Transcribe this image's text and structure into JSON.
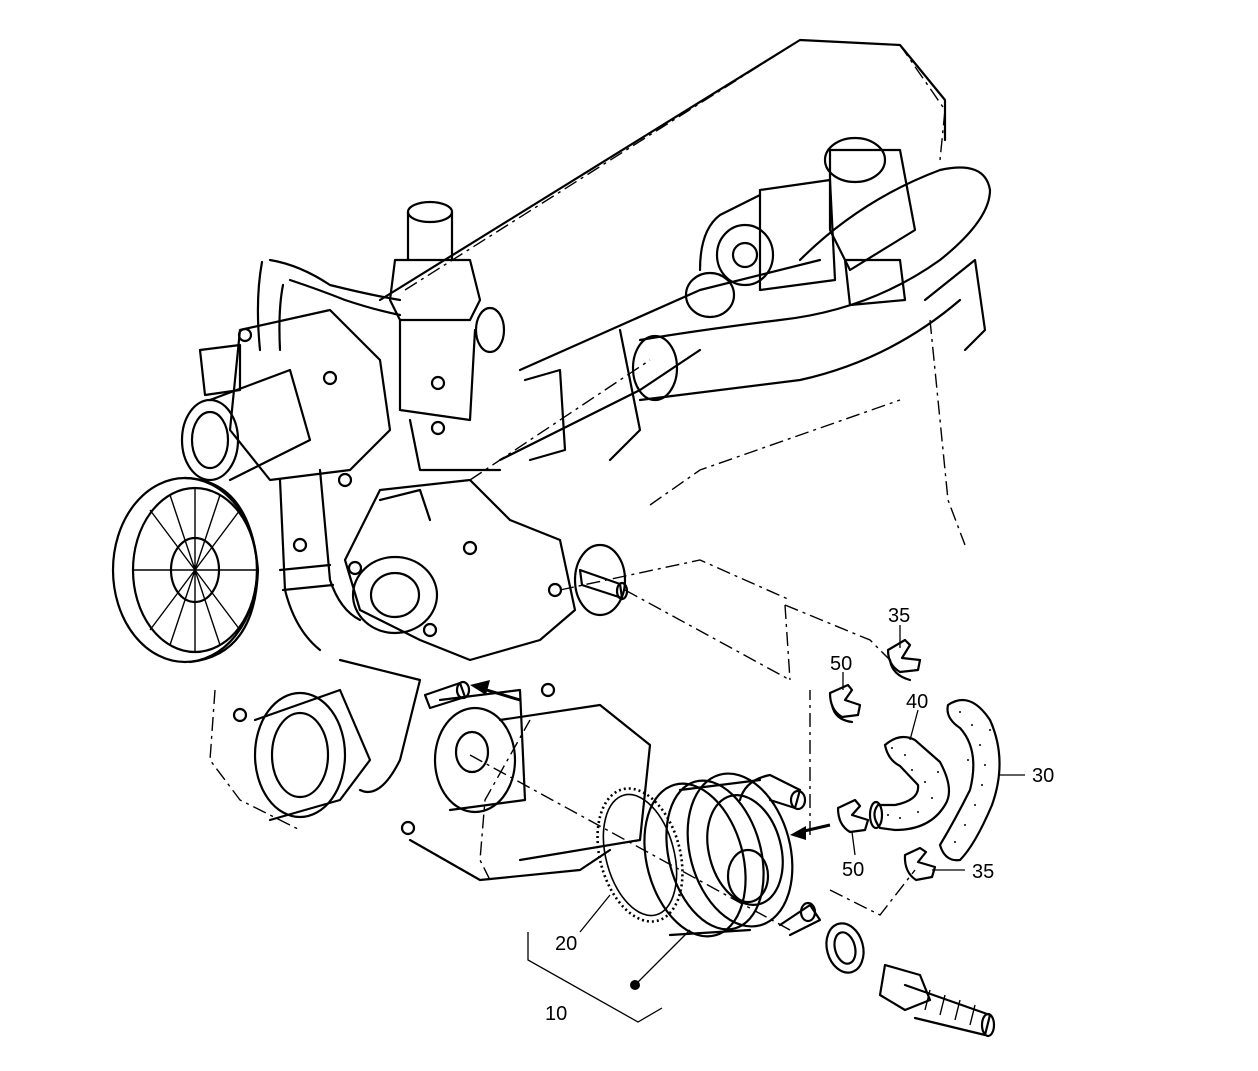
{
  "callouts": [
    {
      "id": "c10",
      "text": "10"
    },
    {
      "id": "c20",
      "text": "20"
    },
    {
      "id": "c30",
      "text": "30"
    },
    {
      "id": "c35a",
      "text": "35"
    },
    {
      "id": "c35b",
      "text": "35"
    },
    {
      "id": "c40",
      "text": "40"
    },
    {
      "id": "c50a",
      "text": "50"
    },
    {
      "id": "c50b",
      "text": "50"
    }
  ]
}
